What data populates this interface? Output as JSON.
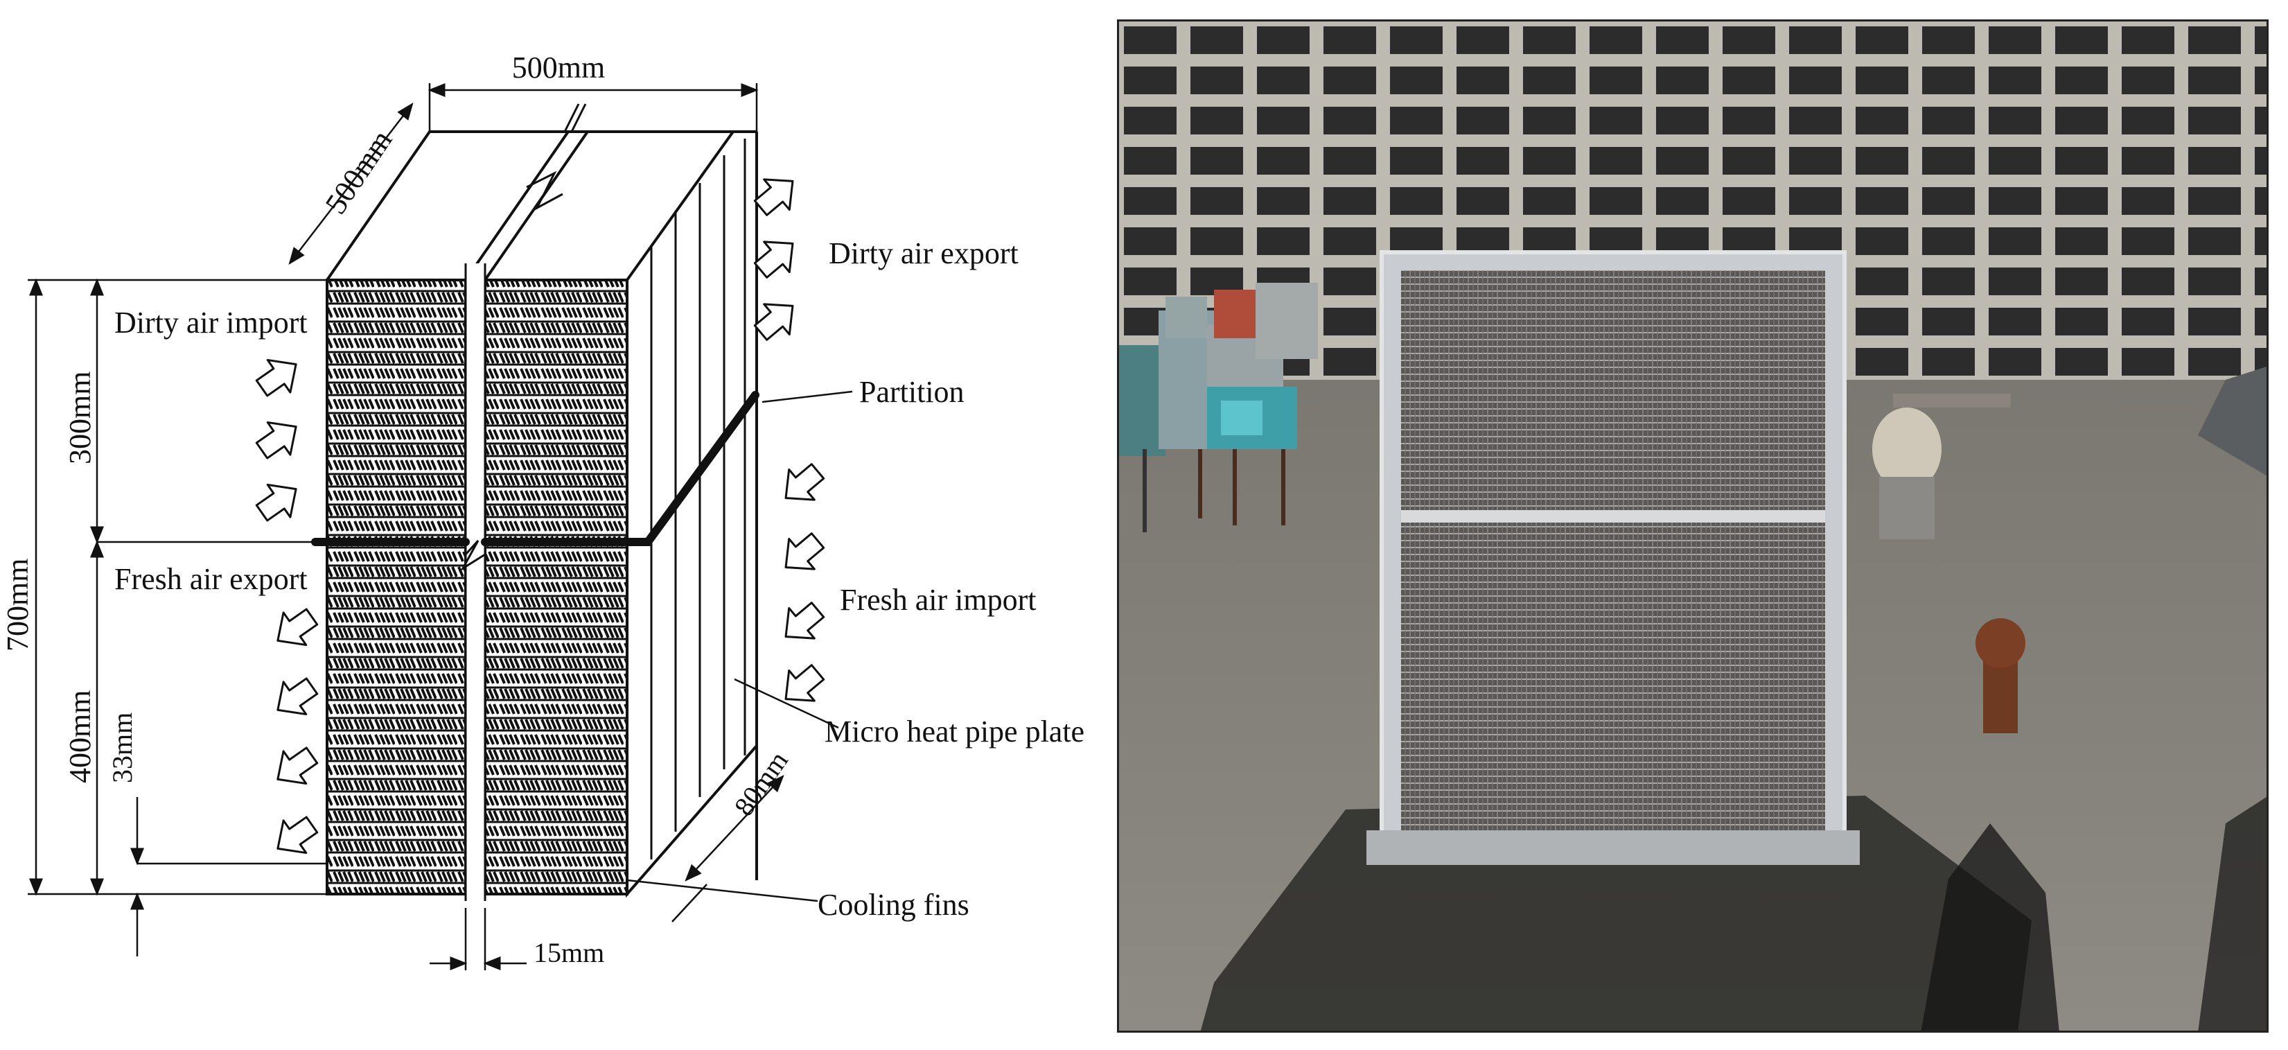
{
  "diagram": {
    "dims": {
      "top_width": "500mm",
      "depth": "500mm",
      "total_height": "700mm",
      "upper_height": "300mm",
      "lower_height": "400mm",
      "fin_pitch": "33mm",
      "plate_thickness": "80mm",
      "gap": "15mm"
    },
    "labels": {
      "dirty_air_import": "Dirty air import",
      "dirty_air_export": "Dirty air export",
      "partition": "Partition",
      "fresh_air_export": "Fresh air export",
      "fresh_air_import": "Fresh air import",
      "micro_heat_pipe_plate": "Micro heat pipe plate",
      "cooling_fins": "Cooling fins"
    },
    "colors": {
      "line": "#111111",
      "arrow_fill": "#ffffff"
    }
  },
  "photo": {
    "description_icon": "rooftop-heat-exchanger-photo",
    "colors": {
      "sky_building": "#5a5a5a",
      "roof": "#6e6e66",
      "frame": "#c9ccd0",
      "mesh": "#4a4848"
    }
  }
}
